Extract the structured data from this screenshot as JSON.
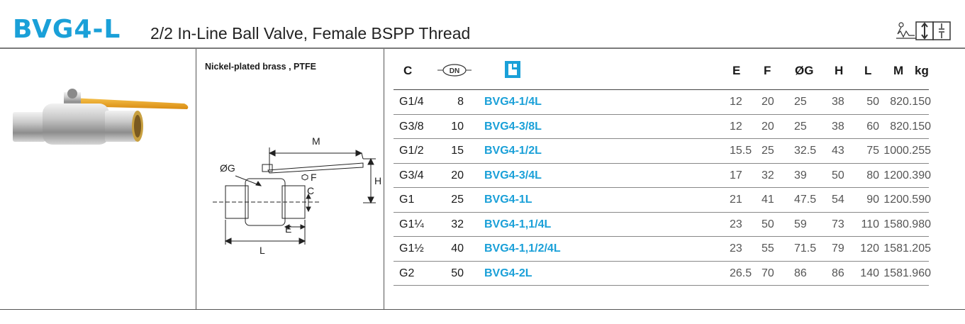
{
  "header": {
    "code": "BVG4-L",
    "subtitle": "2/2 In-Line Ball Valve, Female BSPP Thread",
    "symbol_icon": "ball-valve-symbol-icon"
  },
  "material": "Nickel-plated brass , PTFE",
  "drawing_labels": {
    "M": "M",
    "H": "H",
    "G": "ØG",
    "F": "F",
    "C": "C",
    "E": "E",
    "L": "L"
  },
  "table": {
    "headers": {
      "c": "C",
      "dn_icon": "dn-icon",
      "dn": "DN",
      "part_icon": "catalog-code-icon",
      "e": "E",
      "f": "F",
      "g": "ØG",
      "h": "H",
      "l": "L",
      "m": "M",
      "kg": "kg"
    },
    "rows": [
      {
        "c": "G1/4",
        "dn": "8",
        "part": "BVG4-1/4L",
        "e": "12",
        "f": "20",
        "g": "25",
        "h": "38",
        "l": "50",
        "m": "82",
        "kg": "0.150"
      },
      {
        "c": "G3/8",
        "dn": "10",
        "part": "BVG4-3/8L",
        "e": "12",
        "f": "20",
        "g": "25",
        "h": "38",
        "l": "60",
        "m": "82",
        "kg": "0.150"
      },
      {
        "c": "G1/2",
        "dn": "15",
        "part": "BVG4-1/2L",
        "e": "15.5",
        "f": "25",
        "g": "32.5",
        "h": "43",
        "l": "75",
        "m": "100",
        "kg": "0.255"
      },
      {
        "c": "G3/4",
        "dn": "20",
        "part": "BVG4-3/4L",
        "e": "17",
        "f": "32",
        "g": "39",
        "h": "50",
        "l": "80",
        "m": "120",
        "kg": "0.390"
      },
      {
        "c": "G1",
        "dn": "25",
        "part": "BVG4-1L",
        "e": "21",
        "f": "41",
        "g": "47.5",
        "h": "54",
        "l": "90",
        "m": "120",
        "kg": "0.590"
      },
      {
        "c": "G1¼",
        "dn": "32",
        "part": "BVG4-1,1/4L",
        "e": "23",
        "f": "50",
        "g": "59",
        "h": "73",
        "l": "110",
        "m": "158",
        "kg": "0.980"
      },
      {
        "c": "G1½",
        "dn": "40",
        "part": "BVG4-1,1/2/4L",
        "e": "23",
        "f": "55",
        "g": "71.5",
        "h": "79",
        "l": "120",
        "m": "158",
        "kg": "1.205"
      },
      {
        "c": "G2",
        "dn": "50",
        "part": "BVG4-2L",
        "e": "26.5",
        "f": "70",
        "g": "86",
        "h": "86",
        "l": "140",
        "m": "158",
        "kg": "1.960"
      }
    ]
  },
  "colors": {
    "accent": "#1aa0d8",
    "handle": "#e8a21a",
    "rule": "#7a7a7a"
  }
}
